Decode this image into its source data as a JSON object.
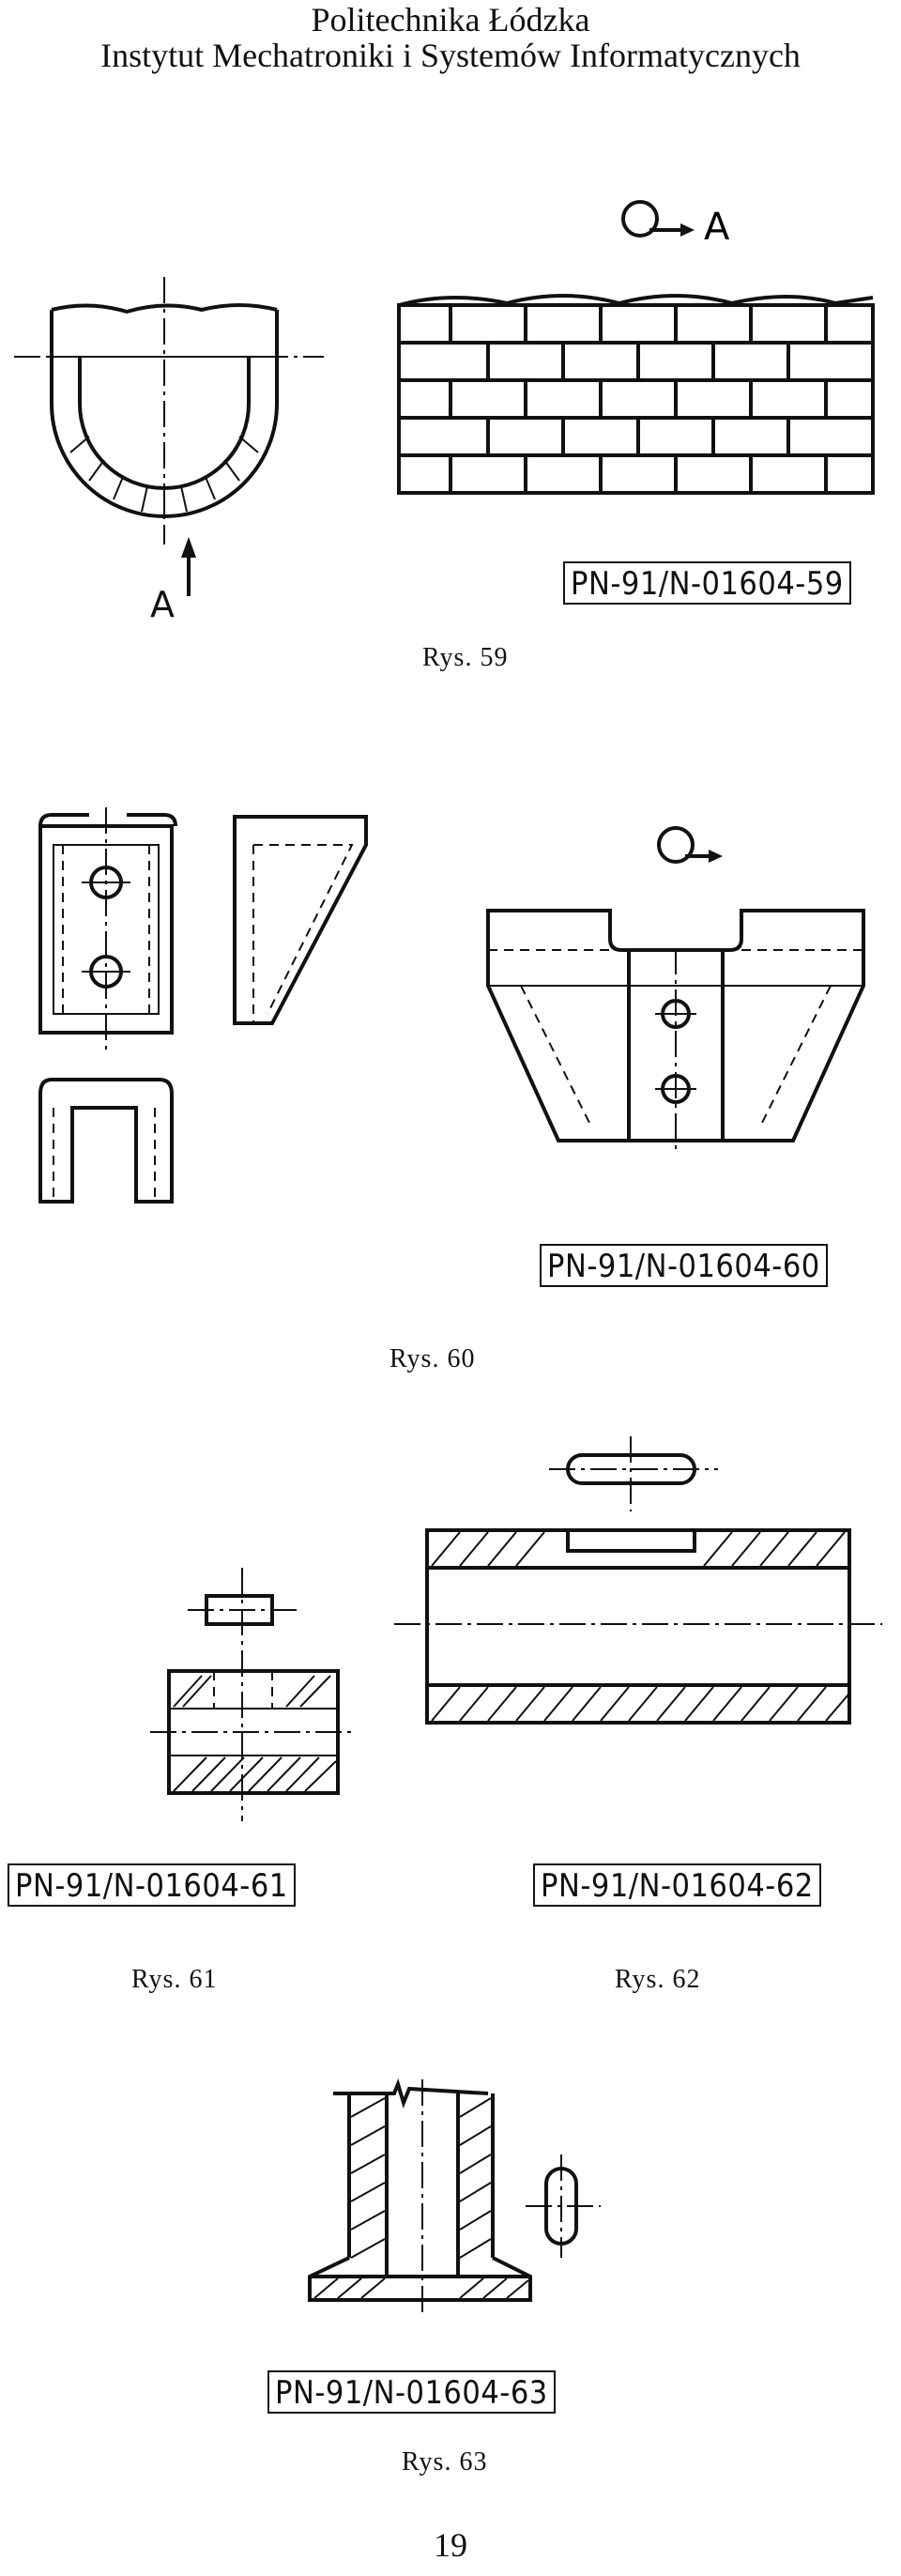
{
  "header": {
    "line1": "Politechnika Łódzka",
    "line2": "Instytut Mechatroniki i Systemów Informatycznych"
  },
  "figures": [
    {
      "standard": "PN-91/N-01604-59",
      "caption": "Rys. 59",
      "view_label": "A"
    },
    {
      "standard": "PN-91/N-01604-60",
      "caption": "Rys. 60"
    },
    {
      "standard": "PN-91/N-01604-61",
      "caption": "Rys. 61"
    },
    {
      "standard": "PN-91/N-01604-62",
      "caption": "Rys. 62"
    },
    {
      "standard": "PN-91/N-01604-63",
      "caption": "Rys. 63"
    }
  ],
  "page_number": "19"
}
